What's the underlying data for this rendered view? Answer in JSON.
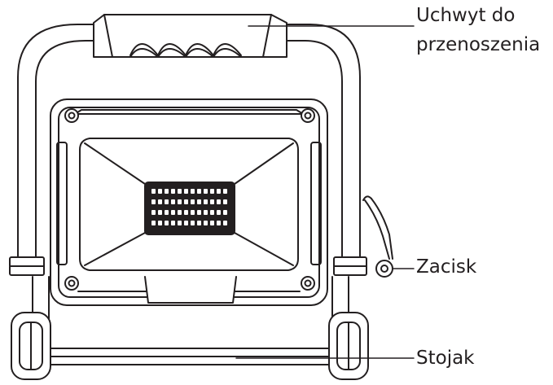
{
  "labels": {
    "handle_line1": "Uchwyt do",
    "handle_line2": "przenoszenia",
    "clamp": "Zacisk",
    "stand": "Stojak"
  },
  "colors": {
    "stroke": "#231f20",
    "fill": "#ffffff",
    "leader": "#231f20"
  },
  "icons": {
    "floodlight": "led-floodlight-drawing"
  }
}
